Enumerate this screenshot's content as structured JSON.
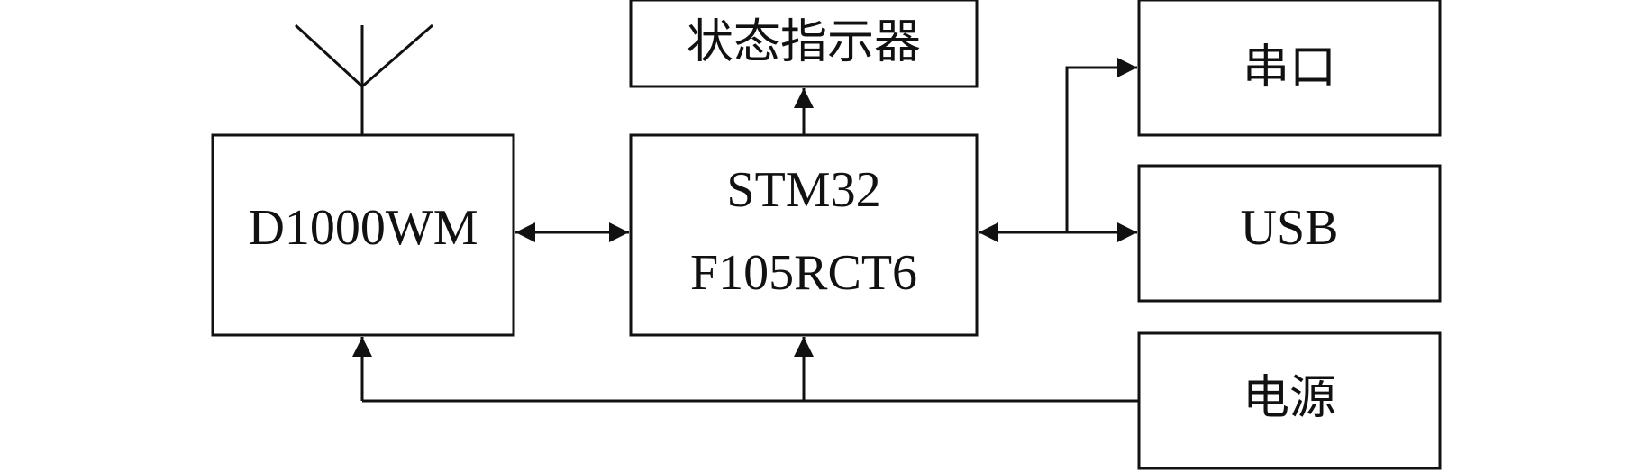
{
  "diagram": {
    "blocks": {
      "status_indicator": "状态指示器",
      "rf_module": "D1000WM",
      "mcu_line1": "STM32",
      "mcu_line2": "F105RCT6",
      "serial": "串口",
      "usb": "USB",
      "power": "电源"
    }
  },
  "colors": {
    "stroke": "#111111",
    "background": "#ffffff"
  }
}
